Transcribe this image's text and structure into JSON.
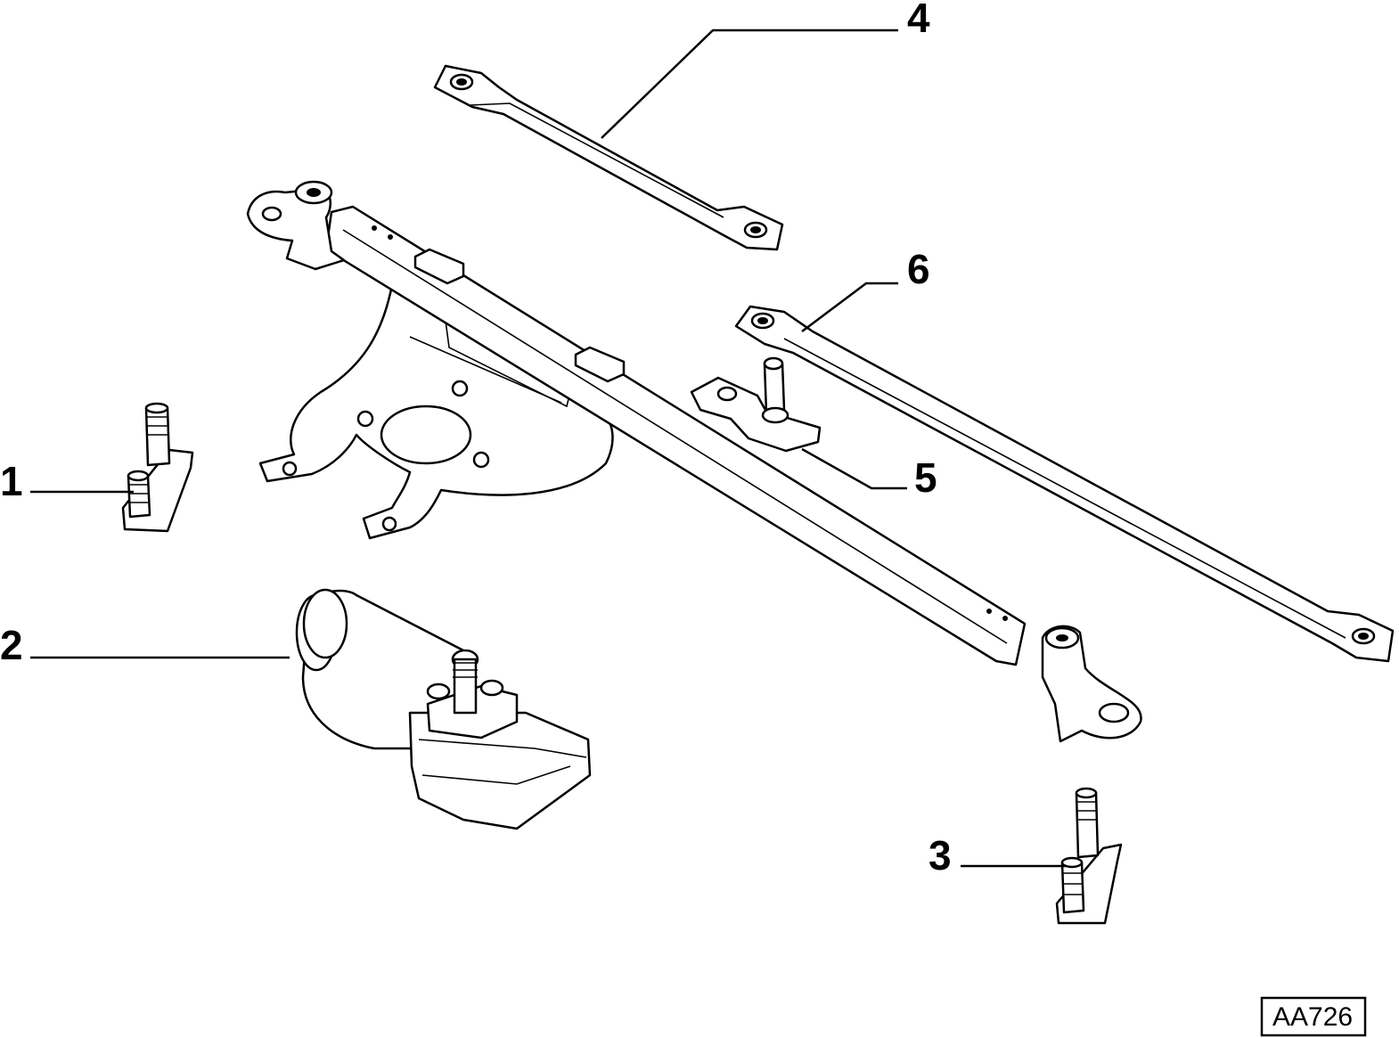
{
  "diagram": {
    "reference_code": "AA726",
    "callouts": [
      {
        "id": "1",
        "label": "1"
      },
      {
        "id": "2",
        "label": "2"
      },
      {
        "id": "3",
        "label": "3"
      },
      {
        "id": "4",
        "label": "4"
      },
      {
        "id": "5",
        "label": "5"
      },
      {
        "id": "6",
        "label": "6"
      }
    ]
  }
}
